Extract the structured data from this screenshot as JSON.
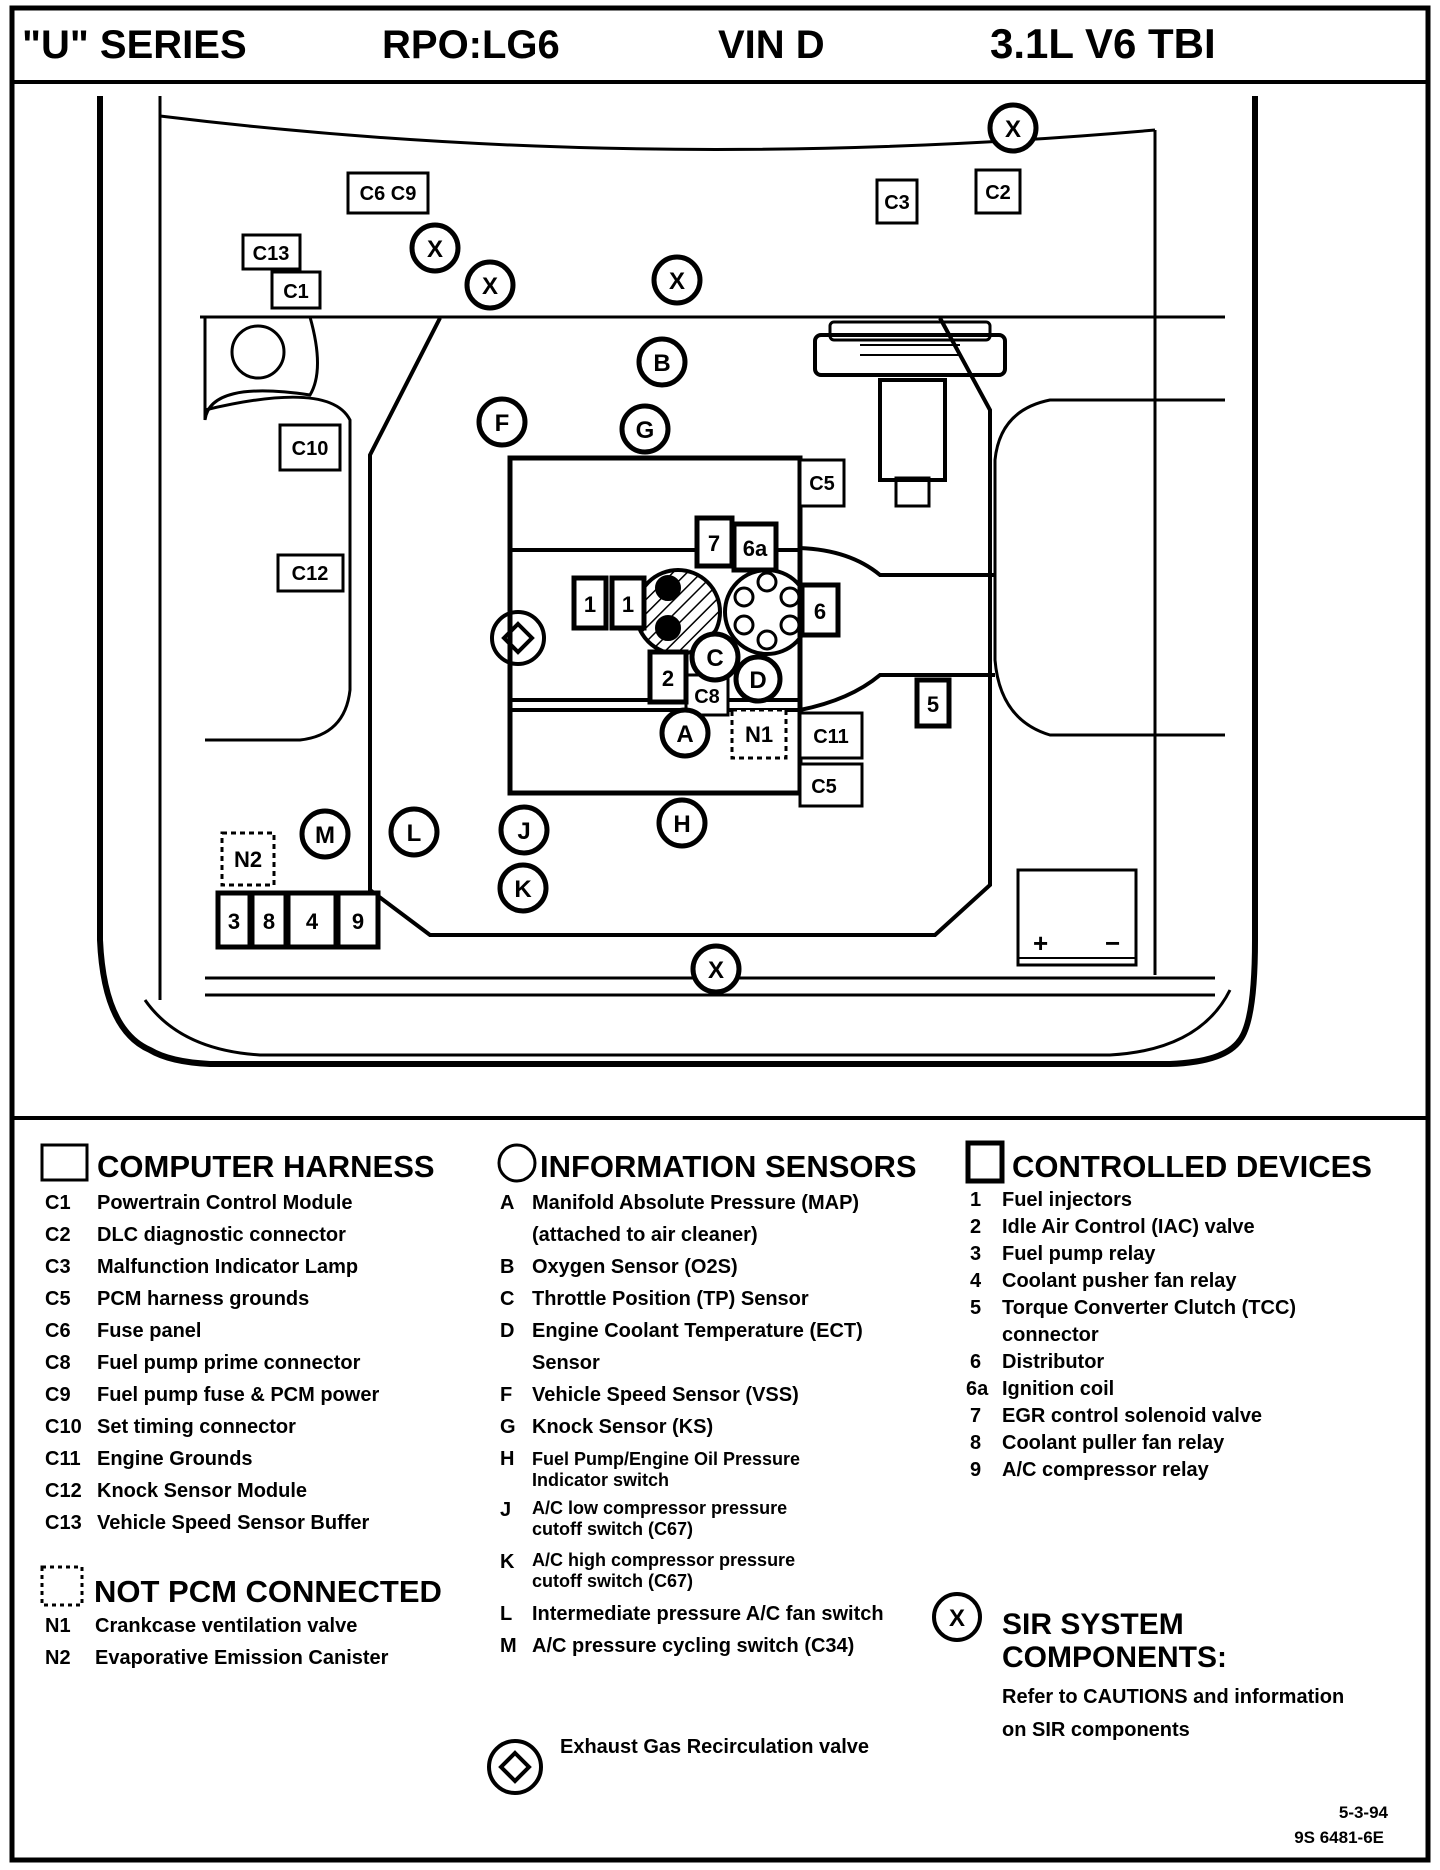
{
  "header": {
    "series": "\"U\" SERIES",
    "rpo": "RPO:LG6",
    "vin": "VIN D",
    "engine": "3.1L V6 TBI"
  },
  "diagram": {
    "harness_boxes": [
      "C6 C9",
      "C3",
      "C2",
      "C13",
      "C1",
      "C10",
      "C12",
      "C5",
      "C8",
      "C11",
      "C5"
    ],
    "device_boxes": [
      "7",
      "6a",
      "1",
      "1",
      "6",
      "2",
      "5",
      "3",
      "8",
      "4",
      "9"
    ],
    "sensor_circles": [
      "B",
      "F",
      "G",
      "C",
      "D",
      "A",
      "M",
      "L",
      "J",
      "H",
      "K"
    ],
    "sir_marks": [
      "X",
      "X",
      "X",
      "X",
      "X"
    ],
    "non_pcm_boxes": [
      "N1",
      "N2"
    ],
    "battery_terminals": [
      "+",
      "−"
    ]
  },
  "legend": {
    "harness": {
      "title": "COMPUTER HARNESS",
      "items": [
        {
          "code": "C1",
          "text": "Powertrain Control Module"
        },
        {
          "code": "C2",
          "text": "DLC diagnostic connector"
        },
        {
          "code": "C3",
          "text": "Malfunction Indicator Lamp"
        },
        {
          "code": "C5",
          "text": "PCM harness grounds"
        },
        {
          "code": "C6",
          "text": "Fuse panel"
        },
        {
          "code": "C8",
          "text": "Fuel pump prime connector"
        },
        {
          "code": "C9",
          "text": "Fuel pump fuse & PCM power"
        },
        {
          "code": "C10",
          "text": "Set timing connector"
        },
        {
          "code": "C11",
          "text": "Engine Grounds"
        },
        {
          "code": "C12",
          "text": "Knock Sensor Module"
        },
        {
          "code": "C13",
          "text": "Vehicle Speed Sensor Buffer"
        }
      ]
    },
    "not_pcm": {
      "title": "NOT PCM CONNECTED",
      "items": [
        {
          "code": "N1",
          "text": "Crankcase ventilation valve"
        },
        {
          "code": "N2",
          "text": "Evaporative Emission Canister"
        }
      ]
    },
    "sensors": {
      "title": "INFORMATION SENSORS",
      "items": [
        {
          "code": "A",
          "lines": [
            "Manifold Absolute Pressure (MAP)",
            "(attached to air cleaner)"
          ]
        },
        {
          "code": "B",
          "lines": [
            "Oxygen Sensor (O2S)"
          ]
        },
        {
          "code": "C",
          "lines": [
            "Throttle Position (TP) Sensor"
          ]
        },
        {
          "code": "D",
          "lines": [
            "Engine Coolant Temperature (ECT)",
            "Sensor"
          ]
        },
        {
          "code": "F",
          "lines": [
            "Vehicle Speed Sensor (VSS)"
          ]
        },
        {
          "code": "G",
          "lines": [
            "Knock Sensor (KS)"
          ]
        },
        {
          "code": "H",
          "lines": [
            "Fuel Pump/Engine Oil Pressure",
            "Indicator switch"
          ]
        },
        {
          "code": "J",
          "lines": [
            "A/C low compressor pressure",
            "cutoff switch (C67)"
          ]
        },
        {
          "code": "K",
          "lines": [
            "A/C high compressor pressure",
            "cutoff switch (C67)"
          ]
        },
        {
          "code": "L",
          "lines": [
            "Intermediate pressure A/C fan switch"
          ]
        },
        {
          "code": "M",
          "lines": [
            "A/C pressure cycling switch (C34)"
          ]
        }
      ]
    },
    "devices": {
      "title": "CONTROLLED DEVICES",
      "items": [
        {
          "code": "1",
          "lines": [
            "Fuel injectors"
          ]
        },
        {
          "code": "2",
          "lines": [
            "Idle Air Control (IAC) valve"
          ]
        },
        {
          "code": "3",
          "lines": [
            "Fuel pump relay"
          ]
        },
        {
          "code": "4",
          "lines": [
            "Coolant pusher fan relay"
          ]
        },
        {
          "code": "5",
          "lines": [
            "Torque Converter Clutch (TCC)",
            "connector"
          ]
        },
        {
          "code": "6",
          "lines": [
            "Distributor"
          ]
        },
        {
          "code": "6a",
          "lines": [
            "Ignition coil"
          ]
        },
        {
          "code": "7",
          "lines": [
            "EGR control solenoid valve"
          ]
        },
        {
          "code": "8",
          "lines": [
            "Coolant puller fan relay"
          ]
        },
        {
          "code": "9",
          "lines": [
            "A/C compressor relay"
          ]
        }
      ]
    },
    "sir": {
      "symbol": "X",
      "title_lines": [
        "SIR SYSTEM",
        "COMPONENTS:"
      ],
      "note_lines": [
        "Refer to CAUTIONS and information",
        "on SIR components"
      ]
    },
    "egr": {
      "text": "Exhaust Gas Recirculation valve"
    }
  },
  "footer": {
    "date": "5-3-94",
    "code": "9S 6481-6E"
  }
}
